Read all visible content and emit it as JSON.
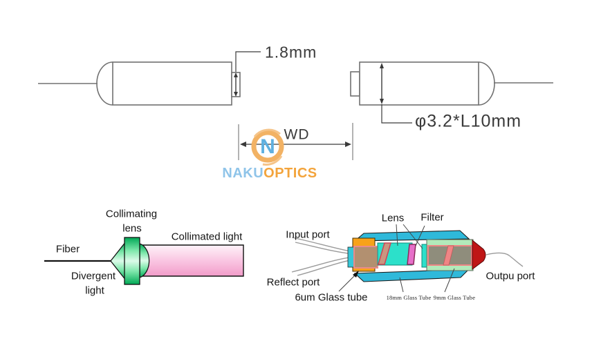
{
  "brand": {
    "monogram": "N",
    "name_primary": "NAKU",
    "name_secondary": "OPTICS",
    "ring_color": "#f2b264",
    "primary_text_color": "#8fc4e9",
    "secondary_text_color": "#f3a43c",
    "monogram_color": "#5fb0e0"
  },
  "dimension_diagram": {
    "tip_diameter_label": "1.8mm",
    "working_distance_label": "WD",
    "body_size_label": "φ3.2*L10mm"
  },
  "collimation_diagram": {
    "collimating_lens_label_line1": "Collimating",
    "collimating_lens_label_line2": "lens",
    "fiber_label": "Fiber",
    "collimated_light_label": "Collimated light",
    "divergent_light_label_line1": "Divergent",
    "divergent_light_label_line2": "light",
    "lens_color": "#00a855",
    "beam_color": "#f29cc9"
  },
  "structure_diagram": {
    "input_port_label": "Input port",
    "reflect_port_label": "Reflect port",
    "glass_tube_6um_label": "6um Glass tube",
    "lens_label": "Lens",
    "filter_label": "Filter",
    "glass_tube_18mm_label": "18mm Glass Tube",
    "glass_tube_9mm_label": "9mm Glass Tube",
    "output_port_label": "Outpu port",
    "outer_tube_color": "#2fb9da",
    "holder_color": "#f7a21a",
    "ferrule_color": "#b29070",
    "lens_color": "#2ce0ca",
    "filter_color": "#e66fc9",
    "grin_block_color": "#8f8d7c",
    "sleeve_color": "#b2eaba",
    "output_cone_color": "#bf1616"
  }
}
